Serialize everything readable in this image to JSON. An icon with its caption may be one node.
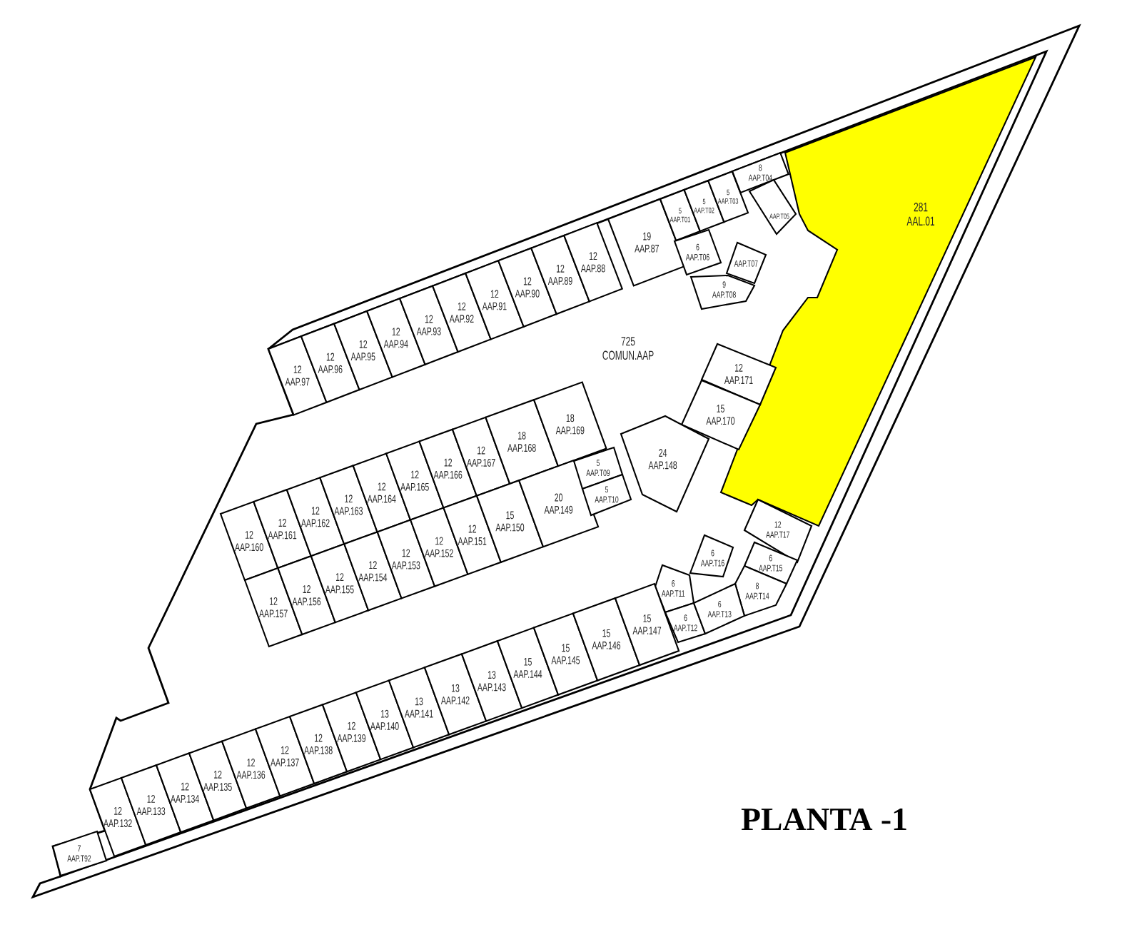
{
  "diagram": {
    "title": "PLANTA -1",
    "nodes": [
      {
        "text": [
          "725",
          "COMUN.AAP"
        ]
      },
      {
        "text": [
          "281",
          "AAL.01"
        ],
        "in": 0
      },
      {
        "text": [
          "12",
          "AAP.97"
        ],
        "in": 0
      },
      {
        "text": [
          "12",
          "AAP.96"
        ],
        "in": 0
      },
      {
        "text": [
          "12",
          "AAP.95"
        ],
        "in": 0
      },
      {
        "text": [
          "12",
          "AAP.94"
        ],
        "in": 0
      },
      {
        "text": [
          "12",
          "AAP.93"
        ],
        "in": 0
      },
      {
        "text": [
          "12",
          "AAP.92"
        ],
        "in": 0
      },
      {
        "text": [
          "12",
          "AAP.91"
        ],
        "in": 0
      },
      {
        "text": [
          "12",
          "AAP.90"
        ],
        "in": 0
      },
      {
        "text": [
          "12",
          "AAP.89"
        ],
        "in": 0
      },
      {
        "text": [
          "12",
          "AAP.88"
        ],
        "in": 0
      },
      {
        "text": [
          "19",
          "AAP.87"
        ],
        "in": 0
      },
      {
        "text": [
          "5",
          "AAP.T01"
        ],
        "in": 0
      },
      {
        "text": [
          "5",
          "AAP.T02"
        ],
        "in": 0
      },
      {
        "text": [
          "5",
          "AAP.T03"
        ],
        "in": 0
      },
      {
        "text": [
          "8",
          "AAP.T04"
        ],
        "in": 0
      },
      {
        "text": [
          "AAP.T05"
        ],
        "in": 0
      },
      {
        "text": [
          "6",
          "AAP.T06"
        ],
        "in": 0
      },
      {
        "text": [
          "AAP.T07"
        ],
        "in": 0
      },
      {
        "text": [
          "9",
          "AAP.T08"
        ],
        "in": 0
      },
      {
        "text": [
          "12",
          "AAP.171"
        ],
        "in": 0
      },
      {
        "text": [
          "15",
          "AAP.170"
        ],
        "in": 0
      },
      {
        "text": [
          "12",
          "AAP.160"
        ],
        "in": 0
      },
      {
        "text": [
          "12",
          "AAP.161"
        ],
        "in": 0
      },
      {
        "text": [
          "12",
          "AAP.162"
        ],
        "in": 0
      },
      {
        "text": [
          "12",
          "AAP.163"
        ],
        "in": 0
      },
      {
        "text": [
          "12",
          "AAP.164"
        ],
        "in": 0
      },
      {
        "text": [
          "12",
          "AAP.165"
        ],
        "in": 0
      },
      {
        "text": [
          "12",
          "AAP.166"
        ],
        "in": 0
      },
      {
        "text": [
          "12",
          "AAP.167"
        ],
        "in": 0
      },
      {
        "text": [
          "18",
          "AAP.168"
        ],
        "in": 0
      },
      {
        "text": [
          "18",
          "AAP.169"
        ],
        "in": 0
      },
      {
        "text": [
          "24",
          "AAP.148"
        ],
        "in": 0
      },
      {
        "text": [
          "12",
          "AAP.157"
        ],
        "in": 0
      },
      {
        "text": [
          "12",
          "AAP.156"
        ],
        "in": 0
      },
      {
        "text": [
          "12",
          "AAP.155"
        ],
        "in": 0
      },
      {
        "text": [
          "12",
          "AAP.154"
        ],
        "in": 0
      },
      {
        "text": [
          "12",
          "AAP.153"
        ],
        "in": 0
      },
      {
        "text": [
          "12",
          "AAP.152"
        ],
        "in": 0
      },
      {
        "text": [
          "12",
          "AAP.151"
        ],
        "in": 0
      },
      {
        "text": [
          "15",
          "AAP.150"
        ],
        "in": 0
      },
      {
        "text": [
          "20",
          "AAP.149"
        ],
        "in": 0
      },
      {
        "text": [
          "5",
          "AAP.T09"
        ],
        "in": 0
      },
      {
        "text": [
          "5",
          "AAP.T10"
        ],
        "in": 0
      },
      {
        "text": [
          "12",
          "AAP.T17"
        ],
        "in": 0
      },
      {
        "text": [
          "6",
          "AAP.T16"
        ],
        "in": 0
      },
      {
        "text": [
          "6",
          "AAP.T15"
        ],
        "in": 0
      },
      {
        "text": [
          "6",
          "AAP.T11"
        ],
        "in": 0
      },
      {
        "text": [
          "8",
          "AAP.T14"
        ],
        "in": 0
      },
      {
        "text": [
          "6",
          "AAP.T12"
        ],
        "in": 0
      },
      {
        "text": [
          "6",
          "AAP.T13"
        ],
        "in": 0
      },
      {
        "text": [
          "12",
          "AAP.132"
        ],
        "in": 0
      },
      {
        "text": [
          "12",
          "AAP.133"
        ],
        "in": 0
      },
      {
        "text": [
          "12",
          "AAP.134"
        ],
        "in": 0
      },
      {
        "text": [
          "12",
          "AAP.135"
        ],
        "in": 0
      },
      {
        "text": [
          "12",
          "AAP.136"
        ],
        "in": 0
      },
      {
        "text": [
          "12",
          "AAP.137"
        ],
        "in": 0
      },
      {
        "text": [
          "12",
          "AAP.138"
        ],
        "in": 0
      },
      {
        "text": [
          "12",
          "AAP.139"
        ],
        "in": 0
      },
      {
        "text": [
          "13",
          "AAP.140"
        ],
        "in": 0
      },
      {
        "text": [
          "13",
          "AAP.141"
        ],
        "in": 0
      },
      {
        "text": [
          "13",
          "AAP.142"
        ],
        "in": 0
      },
      {
        "text": [
          "13",
          "AAP.143"
        ],
        "in": 0
      },
      {
        "text": [
          "15",
          "AAP.144"
        ],
        "in": 0
      },
      {
        "text": [
          "15",
          "AAP.145"
        ],
        "in": 0
      },
      {
        "text": [
          "15",
          "AAP.146"
        ],
        "in": 0
      },
      {
        "text": [
          "15",
          "AAP.147"
        ],
        "in": 0
      },
      {
        "text": [
          "7",
          "AAP.T92"
        ],
        "in": 0
      }
    ]
  }
}
